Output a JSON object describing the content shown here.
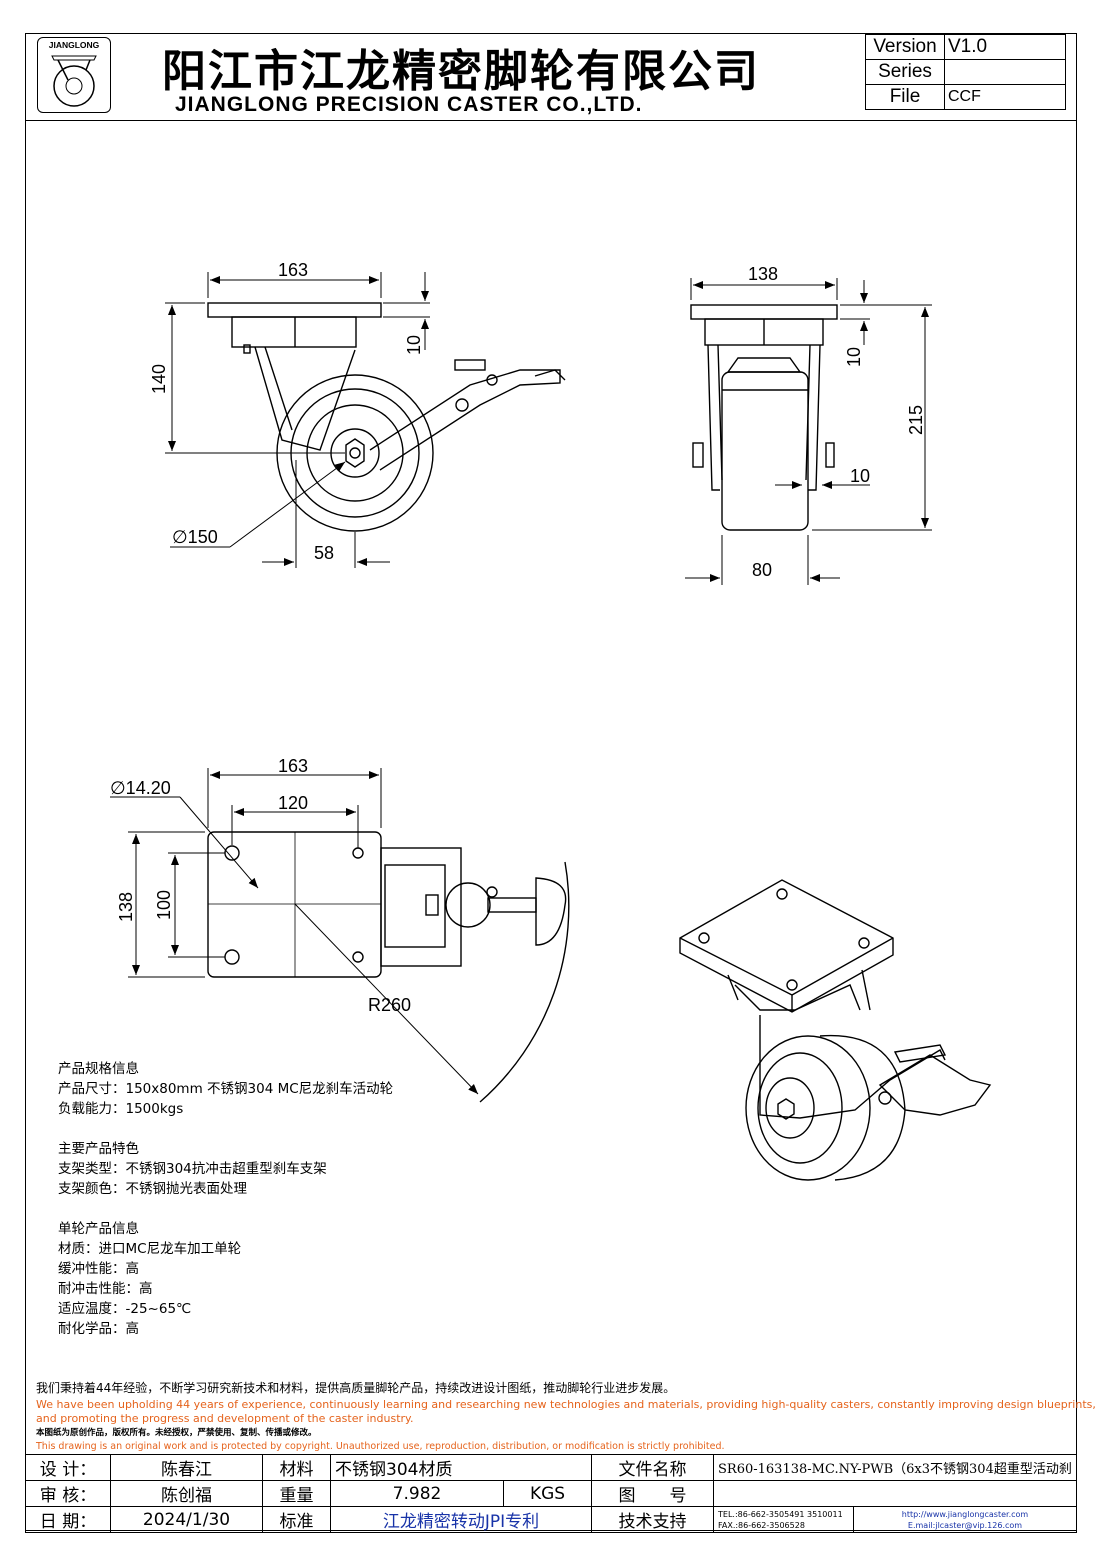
{
  "header": {
    "logo_text": "JIANGLONG",
    "company_cn": "阳江市江龙精密脚轮有限公司",
    "company_en": "JIANGLONG PRECISION CASTER CO.,LTD.",
    "version_label": "Version",
    "version_value": "V1.0",
    "series_label": "Series",
    "series_value": "",
    "file_label": "File",
    "file_value": "CCF"
  },
  "drawing": {
    "side_view": {
      "width": "163",
      "height": "140",
      "plate": "10",
      "wheel_dia": "∅150",
      "offset": "58"
    },
    "front_view": {
      "width": "138",
      "height": "215",
      "plate": "10",
      "gap": "10",
      "wheel_width": "80"
    },
    "top_view": {
      "width": "163",
      "hole_spacing_x": "120",
      "height": "138",
      "hole_spacing_y": "100",
      "hole_dia": "∅14.20",
      "swivel_radius": "R260"
    }
  },
  "specs": {
    "section1_title": "产品规格信息",
    "size": "产品尺寸：150x80mm 不锈钢304 MC尼龙刹车活动轮",
    "load": "负载能力：1500kgs",
    "section2_title": "主要产品特色",
    "bracket_type": "支架类型：不锈钢304抗冲击超重型刹车支架",
    "bracket_color": "支架颜色：不锈钢抛光表面处理",
    "section3_title": "单轮产品信息",
    "material": "材质：进口MC尼龙车加工单轮",
    "cushion": "缓冲性能：高",
    "impact": "耐冲击性能：高",
    "temperature": "适应温度：-25~65℃",
    "chemical": "耐化学品：高"
  },
  "notice": {
    "cn": "我们秉持着44年经验，不断学习研究新技术和材料，提供高质量脚轮产品，持续改进设计图纸，推动脚轮行业进步发展。",
    "en_line1": "We have been upholding 44 years of experience, continuously learning and researching new technologies and materials, providing high-quality casters, constantly improving design blueprints,",
    "en_line2": "and promoting the progress and development of the caster industry.",
    "copyright_cn": "本图纸为原创作品，版权所有。未经授权，严禁使用、复制、传播或修改。",
    "copyright_en": "This drawing is an original work and is protected by copyright. Unauthorized use, reproduction, distribution, or modification is strictly prohibited."
  },
  "title_block": {
    "design_label": "设 计：",
    "design_value": "陈春江",
    "material_label": "材料",
    "material_value": "不锈钢304材质",
    "filename_label": "文件名称",
    "filename_value": "SR60-163138-MC.NY-PWB（6x3不锈钢304超重型活动刹",
    "review_label": "审 核：",
    "review_value": "陈创福",
    "weight_label": "重量",
    "weight_value": "7.982",
    "weight_unit": "KGS",
    "drawing_no_label": "图　　号",
    "drawing_no_value": "",
    "date_label": "日 期：",
    "date_value": "2024/1/30",
    "standard_label": "标准",
    "standard_value": "江龙精密转动JPI专利",
    "support_label": "技术支持",
    "tel": "TEL.:86-662-3505491 3510011",
    "fax": "FAX.:86-662-3506528",
    "url": "http://www.jianglongcaster.com",
    "email": "E.mail:jlcaster@vip.126.com"
  }
}
